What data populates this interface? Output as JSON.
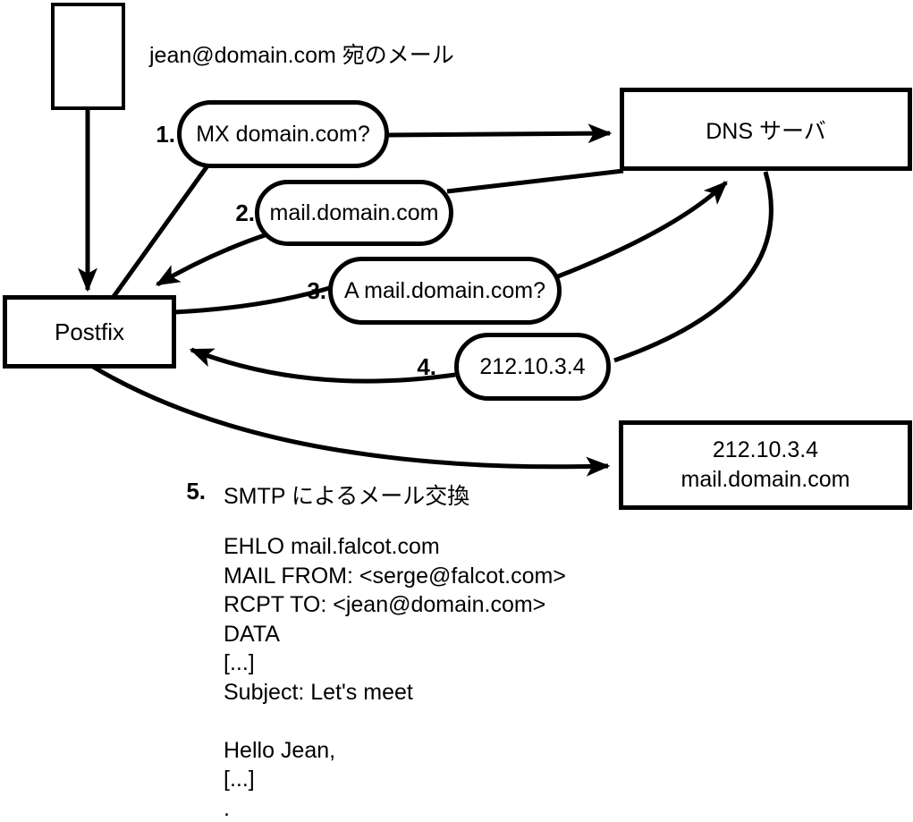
{
  "diagram": {
    "title": "jean@domain.com 宛のメール",
    "nodes": {
      "postfix": "Postfix",
      "dns_server": "DNS サーバ",
      "mail_server": {
        "ip": "212.10.3.4",
        "hostname": "mail.domain.com"
      }
    },
    "steps": [
      {
        "num": "1.",
        "label": "MX domain.com?"
      },
      {
        "num": "2.",
        "label": "mail.domain.com"
      },
      {
        "num": "3.",
        "label": "A mail.domain.com?"
      },
      {
        "num": "4.",
        "label": "212.10.3.4"
      },
      {
        "num": "5.",
        "label": "SMTP によるメール交換"
      }
    ],
    "smtp_session": [
      "EHLO mail.falcot.com",
      "MAIL FROM: <serge@falcot.com>",
      "RCPT TO: <jean@domain.com>",
      "DATA",
      "[...]",
      "Subject: Let's meet",
      "",
      "Hello Jean,",
      "[...]",
      "."
    ],
    "colors": {
      "stroke": "#000000",
      "background": "#ffffff"
    }
  }
}
